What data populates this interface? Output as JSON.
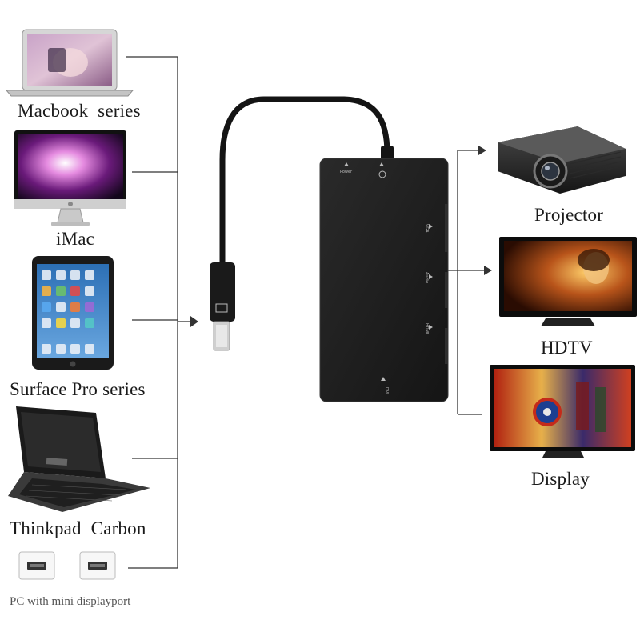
{
  "sources": [
    {
      "label": "Macbook  series",
      "icon": "laptop-icon"
    },
    {
      "label": "iMac",
      "icon": "desktop-monitor-icon"
    },
    {
      "label": "Surface Pro series",
      "icon": "tablet-icon"
    },
    {
      "label": "Thinkpad  Carbon",
      "icon": "laptop-icon"
    }
  ],
  "source_footnote": "PC with mini displayport",
  "adapter": {
    "port_labels": [
      "Power",
      "VGA",
      "Audio",
      "HDMI",
      "DVI"
    ],
    "connector_icon": "mini-displayport-icon"
  },
  "outputs": [
    {
      "label": "Projector",
      "icon": "projector-icon"
    },
    {
      "label": "HDTV",
      "icon": "tv-icon"
    },
    {
      "label": "Display",
      "icon": "monitor-icon"
    }
  ],
  "colors": {
    "line": "#333333",
    "adapter": "#1c1c1c",
    "cable": "#141414"
  }
}
